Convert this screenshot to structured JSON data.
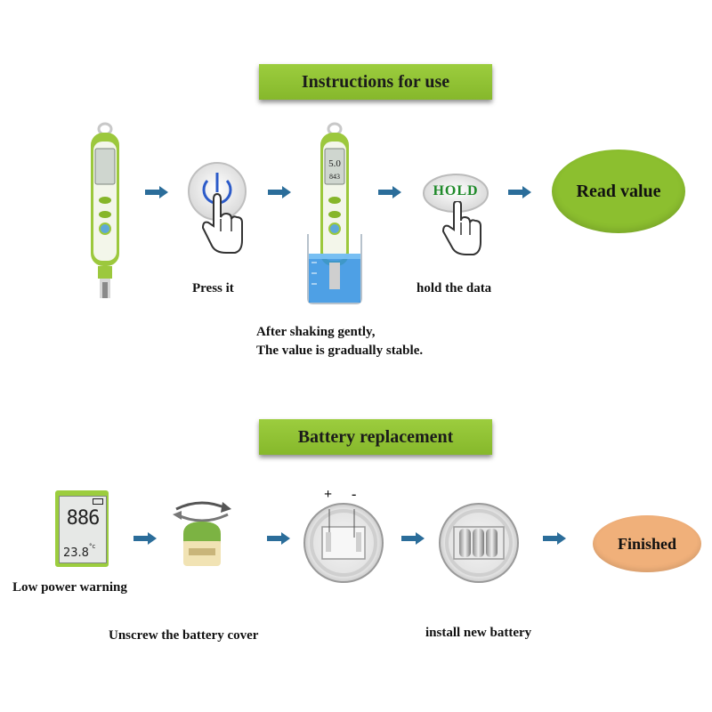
{
  "section1": {
    "title": "Instructions for use",
    "captions": {
      "press": "Press it",
      "hold": "hold the data",
      "shake_line1": "After shaking gently,",
      "shake_line2": "The value is gradually stable."
    },
    "hold_button": "HOLD",
    "read_value": "Read value"
  },
  "section2": {
    "title": "Battery replacement",
    "captions": {
      "low_power": "Low power warning",
      "unscrew": "Unscrew the battery cover",
      "install": "install new battery"
    },
    "lcd_main": "886",
    "lcd_temp": "23.8",
    "lcd_unit": "°c",
    "plus": "+",
    "minus": "-",
    "finished": "Finished"
  },
  "colors": {
    "banner_green": "#8fc236",
    "arrow_blue": "#2b6d9a",
    "ellipse_green": "#8cbf2f",
    "ellipse_orange": "#f0b07a",
    "hold_text_green": "#1f8a2a",
    "power_icon_blue": "#2c5bc9"
  }
}
